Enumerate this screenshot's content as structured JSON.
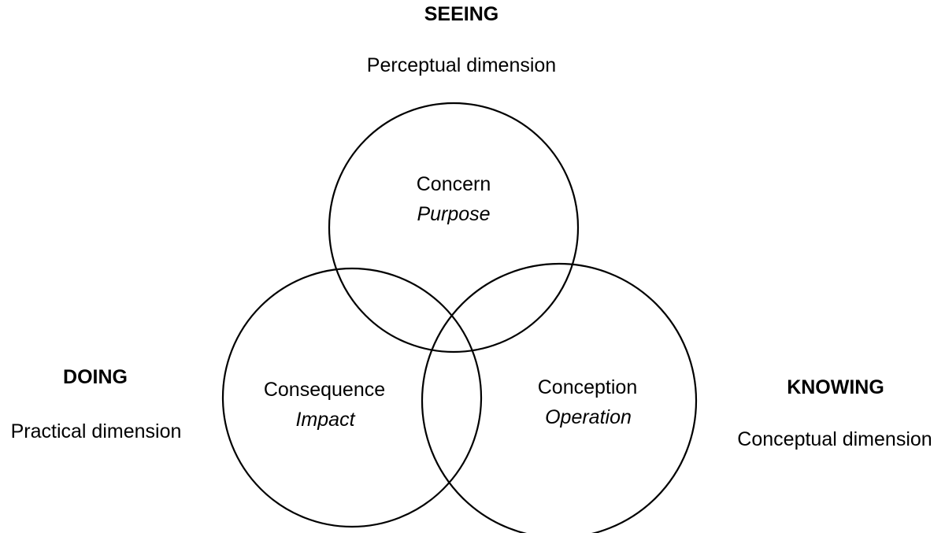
{
  "seeing": {
    "heading": "SEEING",
    "dimension": "Perceptual dimension"
  },
  "doing": {
    "heading": "DOING",
    "dimension": "Practical dimension"
  },
  "knowing": {
    "heading": "KNOWING",
    "dimension": "Conceptual dimension"
  },
  "circles": {
    "top": {
      "title": "Concern",
      "subtitle": "Purpose"
    },
    "left": {
      "title": "Consequence",
      "subtitle": "Impact"
    },
    "right": {
      "title": "Conception",
      "subtitle": "Operation"
    }
  },
  "colors": {
    "stroke": "#000000",
    "background": "#ffffff",
    "text": "#000000"
  }
}
